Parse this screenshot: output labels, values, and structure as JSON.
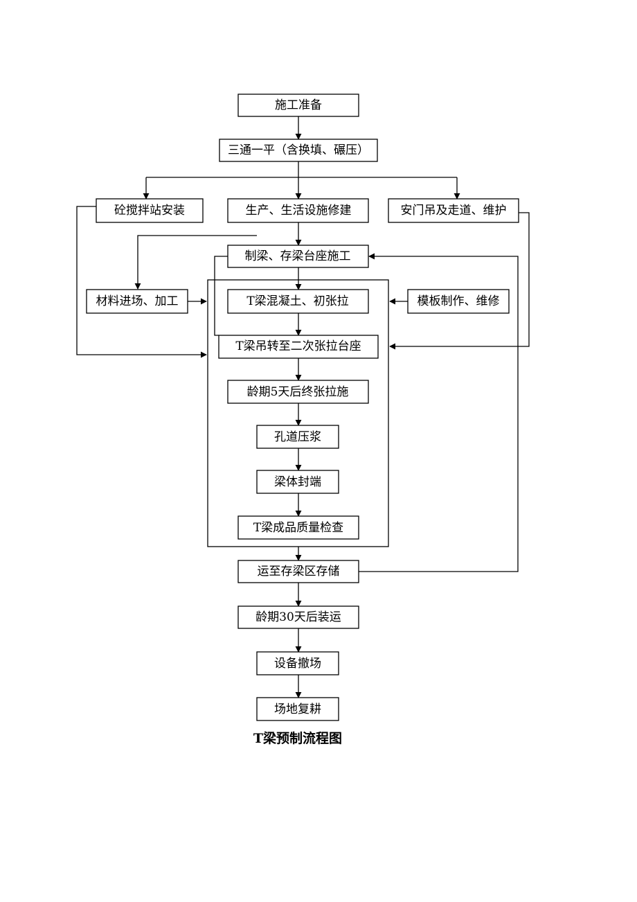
{
  "title": "T梁预制流程图",
  "nodes": {
    "prep": "施工准备",
    "leveling": "三通一平（含换填、碾压）",
    "mixing_station": "砼搅拌站安装",
    "facilities": "生产、生活设施修建",
    "gantry": "安门吊及走道、维护",
    "pedestal": "制梁、存梁台座施工",
    "materials": "材料进场、加工",
    "concrete": "T梁混凝土、初张拉",
    "formwork": "模板制作、维修",
    "transfer": "T梁吊转至二次张拉台座",
    "final_tension": "龄期5天后终张拉施",
    "grouting": "孔道压浆",
    "sealing": "梁体封端",
    "inspection": "T梁成品质量检查",
    "storage": "运至存梁区存储",
    "shipping": "龄期30天后装运",
    "demob": "设备撤场",
    "restore": "场地复耕"
  }
}
